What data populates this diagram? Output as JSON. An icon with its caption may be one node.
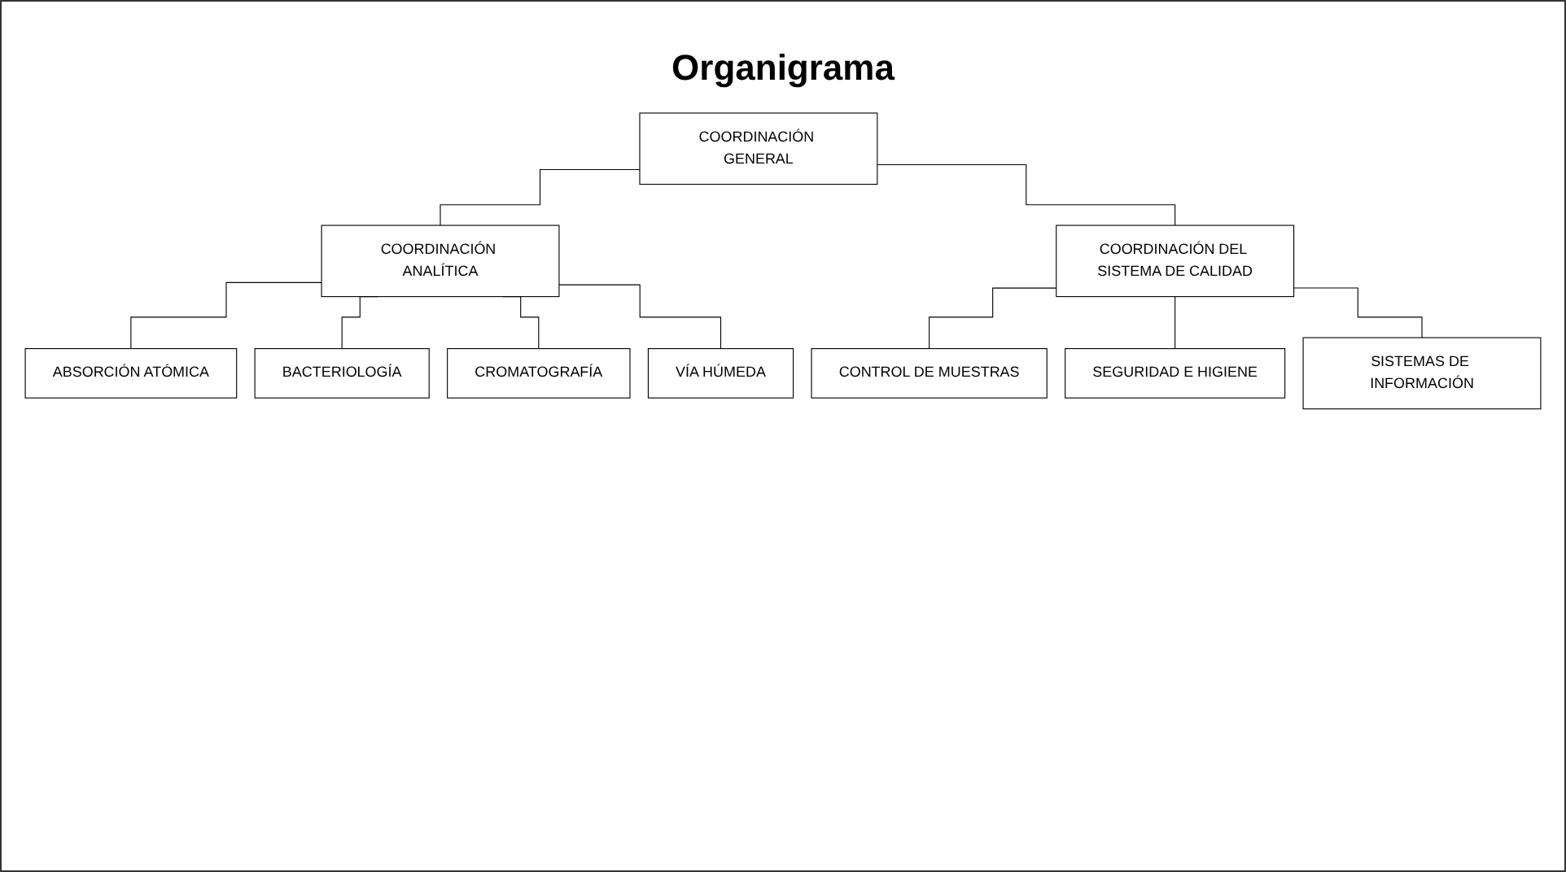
{
  "diagram": {
    "title": "Organigrama",
    "nodes": [
      {
        "text": [
          "COORDINACIÓN GENERAL"
        ]
      },
      {
        "text": [
          "COORDINACIÓN ANALÍTICA"
        ]
      },
      {
        "text": [
          "COORDINACIÓN DEL SISTEMA DE CALIDAD"
        ]
      },
      {
        "text": [
          "ABSORCIÓN ATÓMICA"
        ]
      },
      {
        "text": [
          "BACTERIOLOGÍA"
        ]
      },
      {
        "text": [
          "CROMATOGRAFÍA"
        ]
      },
      {
        "text": [
          "VÍA HÚMEDA"
        ]
      },
      {
        "text": [
          "CONTROL DE MUESTRAS"
        ]
      },
      {
        "text": [
          "SEGURIDAD E HIGIENE"
        ]
      },
      {
        "text": [
          "SISTEMAS DE INFORMACIÓN"
        ]
      }
    ],
    "edges": [
      {
        "from": 0,
        "to": 1,
        "arrow": "none"
      },
      {
        "from": 0,
        "to": 2,
        "arrow": "none"
      },
      {
        "from": 1,
        "to": 3,
        "arrow": "none"
      },
      {
        "from": 1,
        "to": 4,
        "arrow": "none"
      },
      {
        "from": 1,
        "to": 5,
        "arrow": "none"
      },
      {
        "from": 1,
        "to": 6,
        "arrow": "none"
      },
      {
        "from": 2,
        "to": 7,
        "arrow": "none"
      },
      {
        "from": 2,
        "to": 8,
        "arrow": "none"
      },
      {
        "from": 2,
        "to": 9,
        "arrow": "none"
      }
    ]
  }
}
